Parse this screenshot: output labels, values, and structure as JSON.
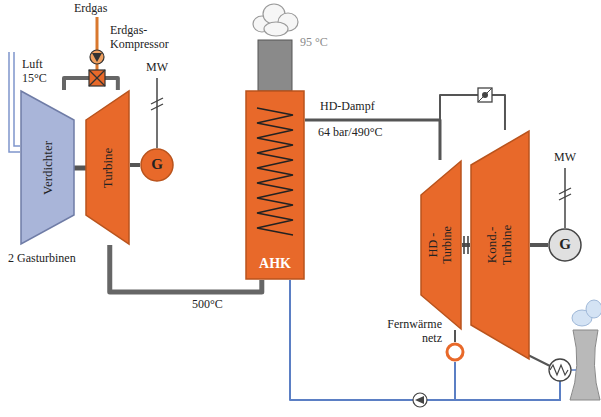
{
  "diagram": {
    "nodes": [
      {
        "text": [
          "Verdichter"
        ]
      },
      {
        "text": [
          "Turbine"
        ]
      },
      {
        "text": [
          "G"
        ]
      },
      {
        "text": [
          "AHK"
        ]
      },
      {
        "text": [
          "HD - Turbine"
        ]
      },
      {
        "text": [
          "Kond.- Turbine"
        ]
      },
      {
        "text": [
          "G"
        ]
      },
      {
        "text": [
          "Fernwärme netz"
        ]
      }
    ],
    "edges": [
      {
        "from": 0,
        "to": 1,
        "arrow": "none"
      },
      {
        "from": 1,
        "to": 3,
        "label": "500°C",
        "arrow": "none"
      },
      {
        "from": 1,
        "to": 2,
        "arrow": "none"
      },
      {
        "from": 3,
        "to": 4,
        "label": "HD-Dampf",
        "arrow": "none"
      },
      {
        "from": 3,
        "to": 5,
        "arrow": "none"
      },
      {
        "from": 4,
        "to": 5,
        "arrow": "none"
      },
      {
        "from": 5,
        "to": 6,
        "arrow": "none"
      },
      {
        "from": 4,
        "to": 7,
        "arrow": "none"
      },
      {
        "from": 7,
        "to": 3,
        "arrow": "none"
      }
    ],
    "labels": [
      "Luft 15°C",
      "Erdgas",
      "Erdgas- Kompressor",
      "MW",
      "2 Gasturbinen",
      "95 °C",
      "64 bar/490°C",
      "MW"
    ]
  }
}
